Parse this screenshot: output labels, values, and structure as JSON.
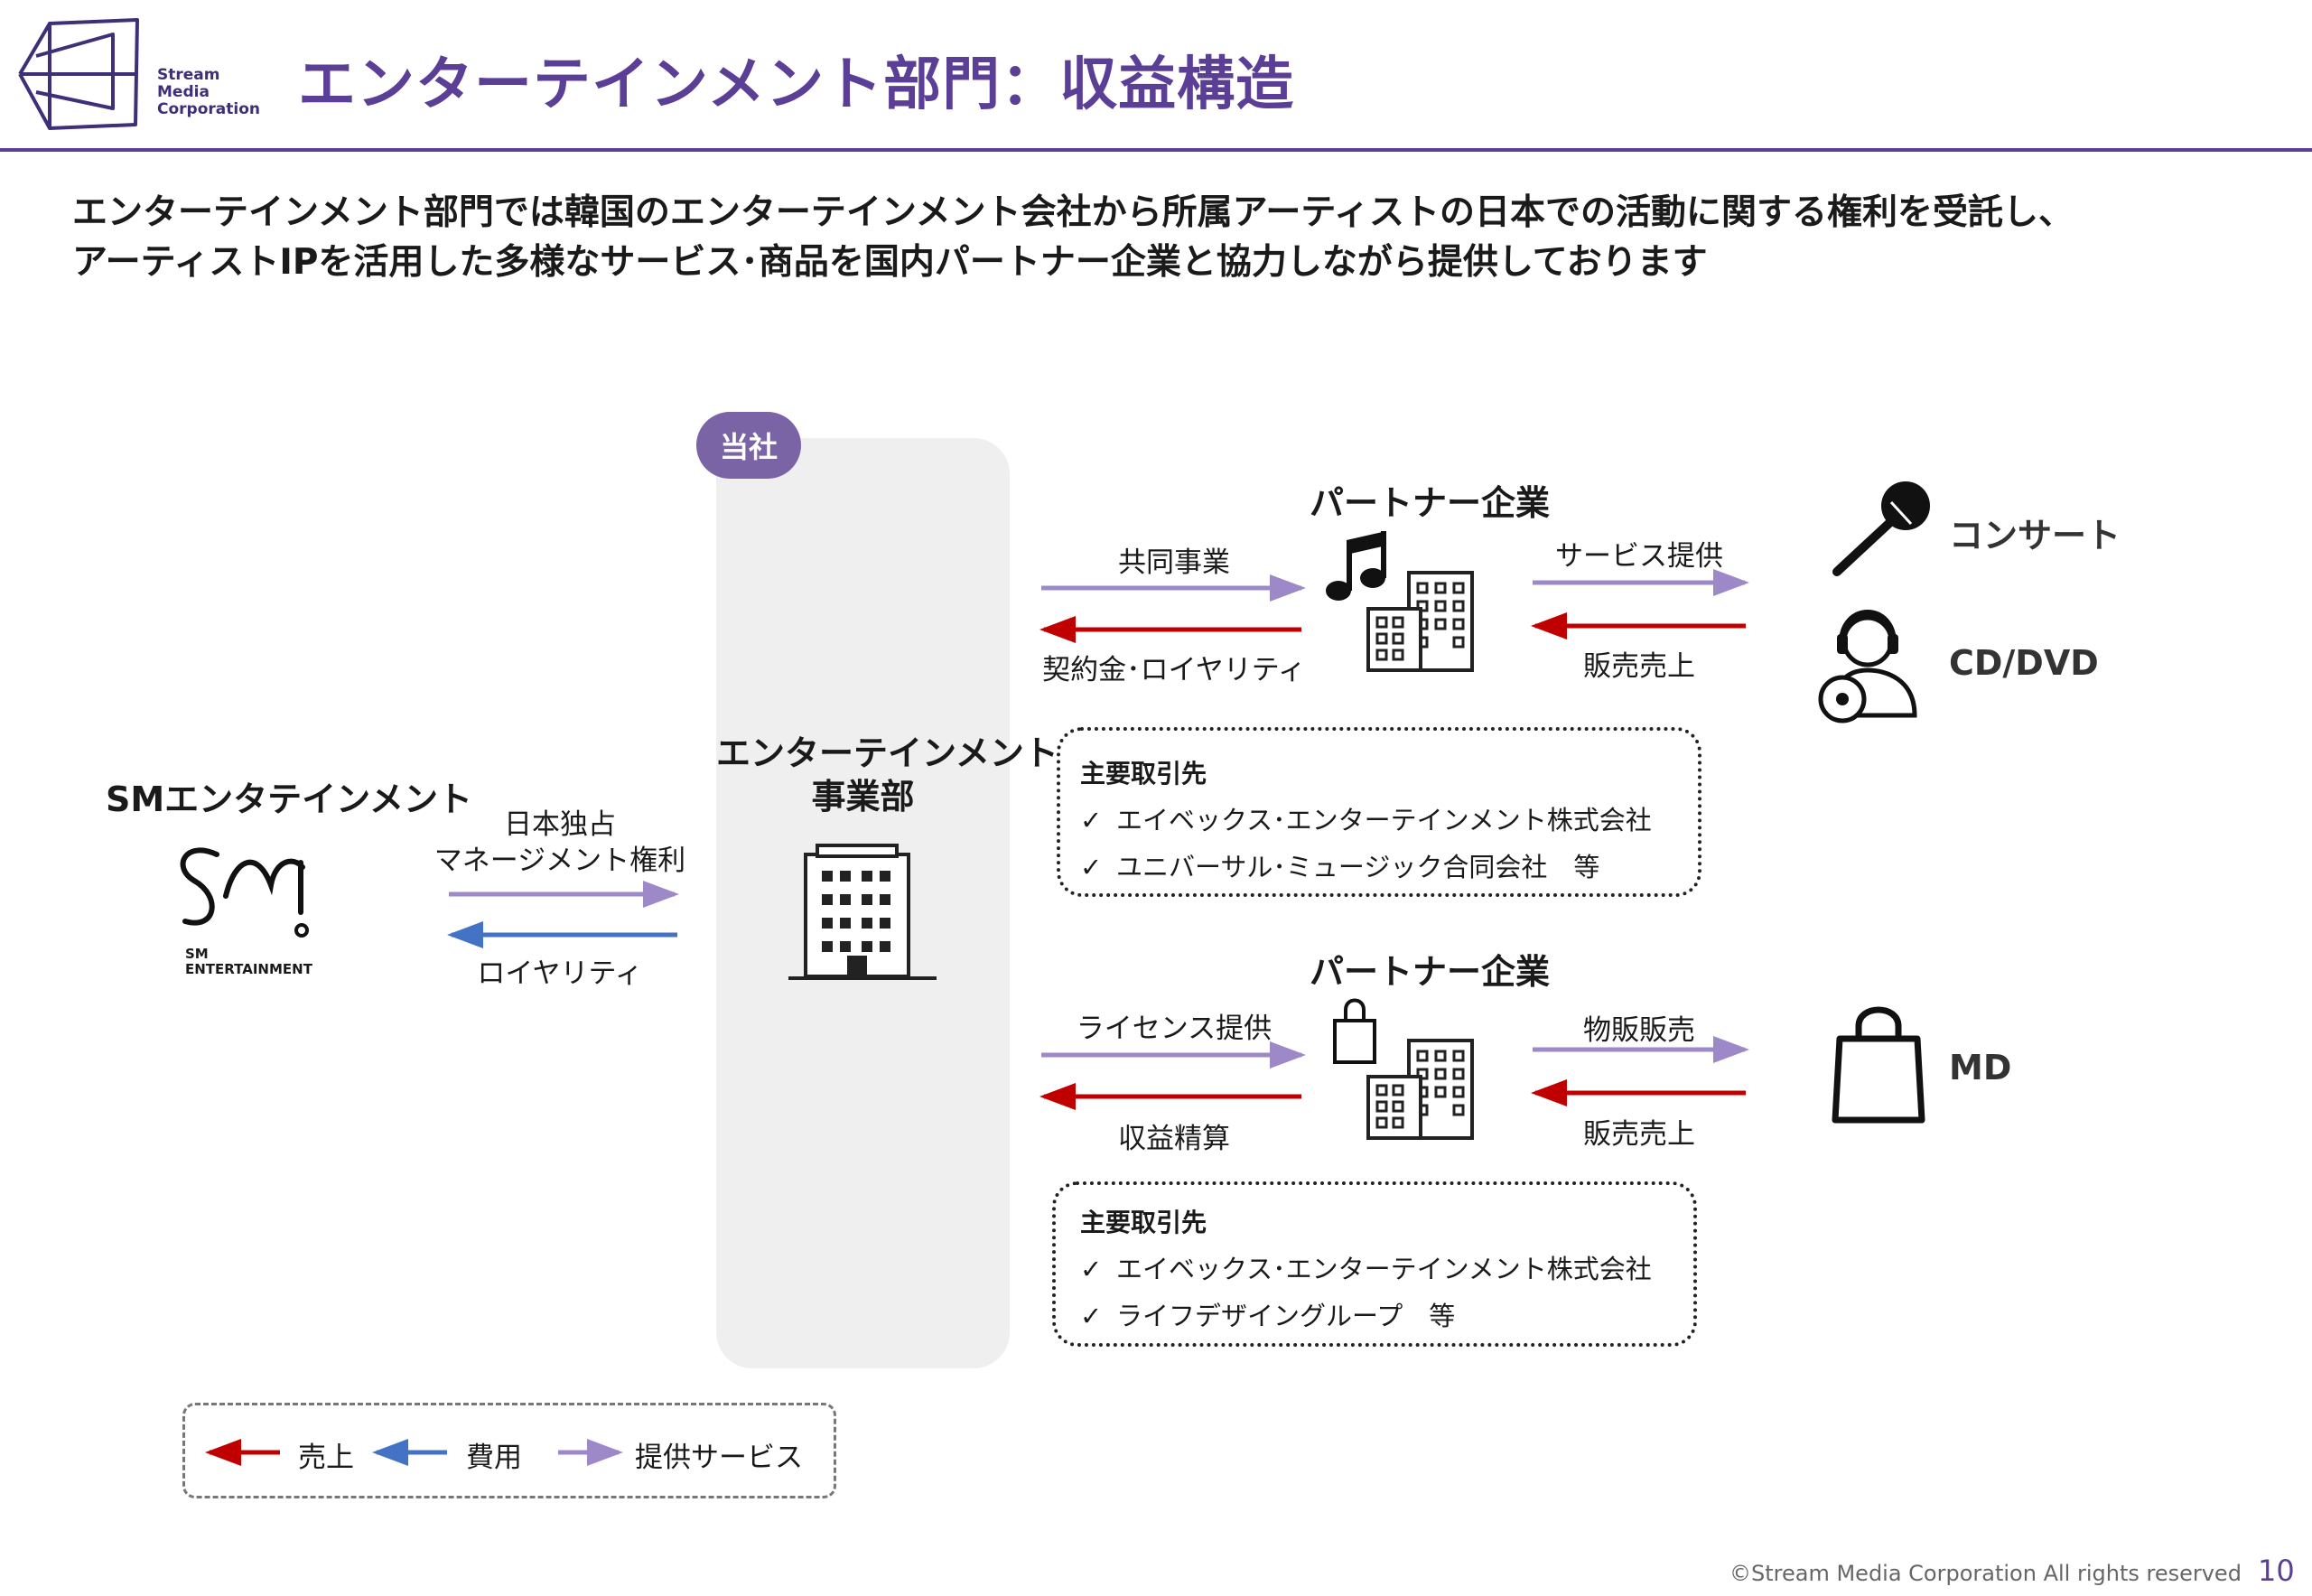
{
  "logo": {
    "line1": "Stream",
    "line2": "Media",
    "line3": "Corporation"
  },
  "title": "エンターテインメント部門：収益構造",
  "lead": {
    "line1": "エンターテインメント部門では韓国のエンターテインメント会社から所属アーティストの日本での活動に関する権利を受託し、",
    "line2": "アーティストIPを活用した多様なサービス･商品を国内パートナー企業と協力しながら提供しております"
  },
  "sm": {
    "name": "SMエンタテインメント",
    "logo_line1": "SM",
    "logo_line2": "ENTERTAINMENT",
    "arrow_provide": "日本独占",
    "arrow_provide2": "マネージメント権利",
    "arrow_cost": "ロイヤリティ"
  },
  "company": {
    "badge": "当社",
    "division_line1": "エンターテインメント",
    "division_line2": "事業部"
  },
  "partner_top": {
    "header": "パートナー企業",
    "left_provide": "共同事業",
    "left_sales": "契約金･ロイヤリティ",
    "right_provide": "サービス提供",
    "right_sales": "販売売上",
    "clients_title": "主要取引先",
    "clients": [
      "エイベックス･エンターテインメント株式会社",
      "ユニバーサル･ミュージック合同会社　等"
    ]
  },
  "partner_bottom": {
    "header": "パートナー企業",
    "left_provide": "ライセンス提供",
    "left_sales": "収益精算",
    "right_provide": "物販販売",
    "right_sales": "販売売上",
    "clients_title": "主要取引先",
    "clients": [
      "エイベックス･エンターテインメント株式会社",
      "ライフデザイングループ　等"
    ]
  },
  "services": {
    "concert": "コンサート",
    "cd": "CD/DVD",
    "md": "MD"
  },
  "legend": {
    "sales": "売上",
    "cost": "費用",
    "service": "提供サービス"
  },
  "colors": {
    "sales": "#c00000",
    "cost": "#4472c4",
    "service": "#9e89c8",
    "brand": "#5b3e96"
  },
  "icons": [
    "stream-media-logo",
    "sm-entertainment-logo",
    "building-icon",
    "music-note-icon",
    "shopping-bag-icon",
    "microphone-icon",
    "cd-listener-icon",
    "check-icon"
  ],
  "footer": "©Stream Media Corporation  All rights reserved",
  "page_number": "10"
}
